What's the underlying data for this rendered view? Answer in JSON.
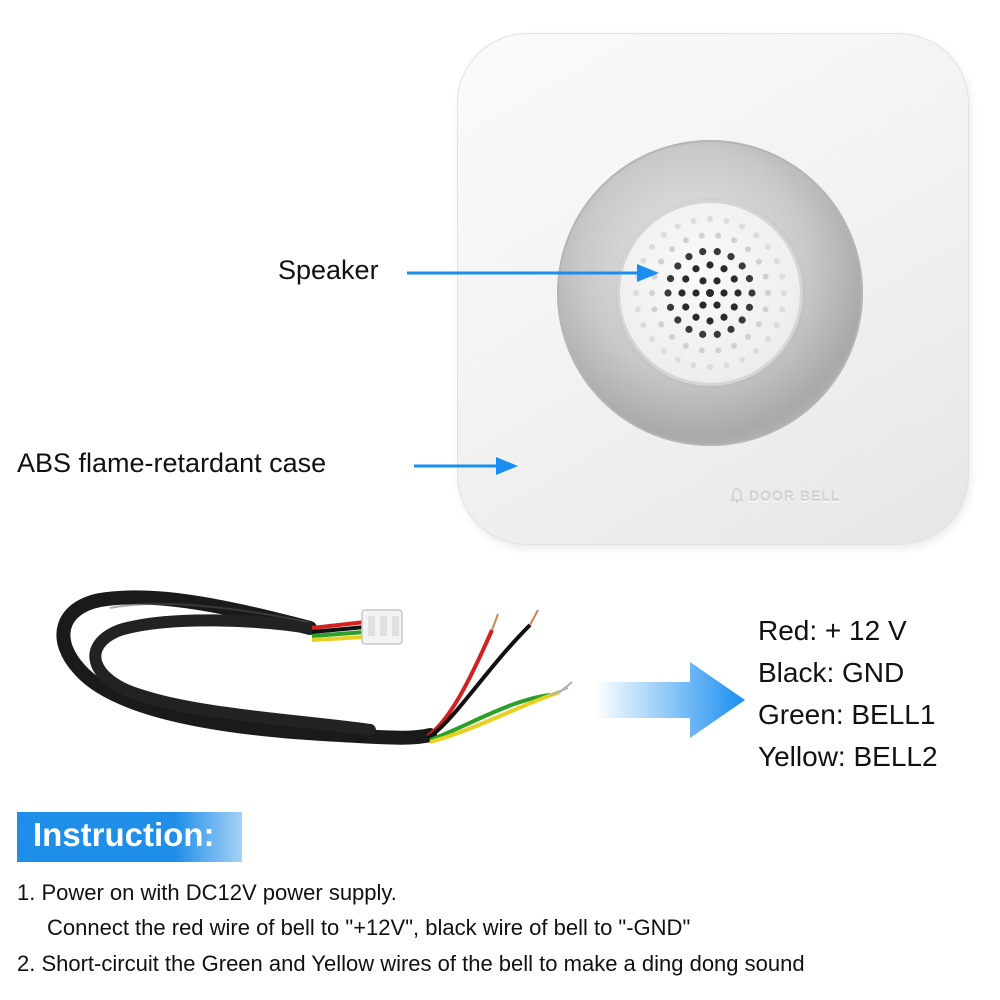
{
  "product": {
    "device_label": "DOOR BELL"
  },
  "callouts": {
    "speaker": "Speaker",
    "case": "ABS flame-retardant case"
  },
  "wires": [
    {
      "text": "Red: + 12 V"
    },
    {
      "text": "Black: GND"
    },
    {
      "text": "Green: BELL1"
    },
    {
      "text": "Yellow: BELL2"
    }
  ],
  "instruction": {
    "title": "Instruction:",
    "steps": [
      "1. Power on with DC12V  power supply.",
      "Connect the red wire of bell to \"+12V\", black wire of bell to \"-GND\"",
      "2. Short-circuit the Green and Yellow wires of the bell  to make a ding dong sound"
    ]
  },
  "colors": {
    "accent_blue": "#1e8ee8",
    "arrow_blue": "#1a8ef0",
    "wire_red": "#d42020",
    "wire_black": "#111111",
    "wire_green": "#2aa02a",
    "wire_yellow": "#e8d020"
  }
}
